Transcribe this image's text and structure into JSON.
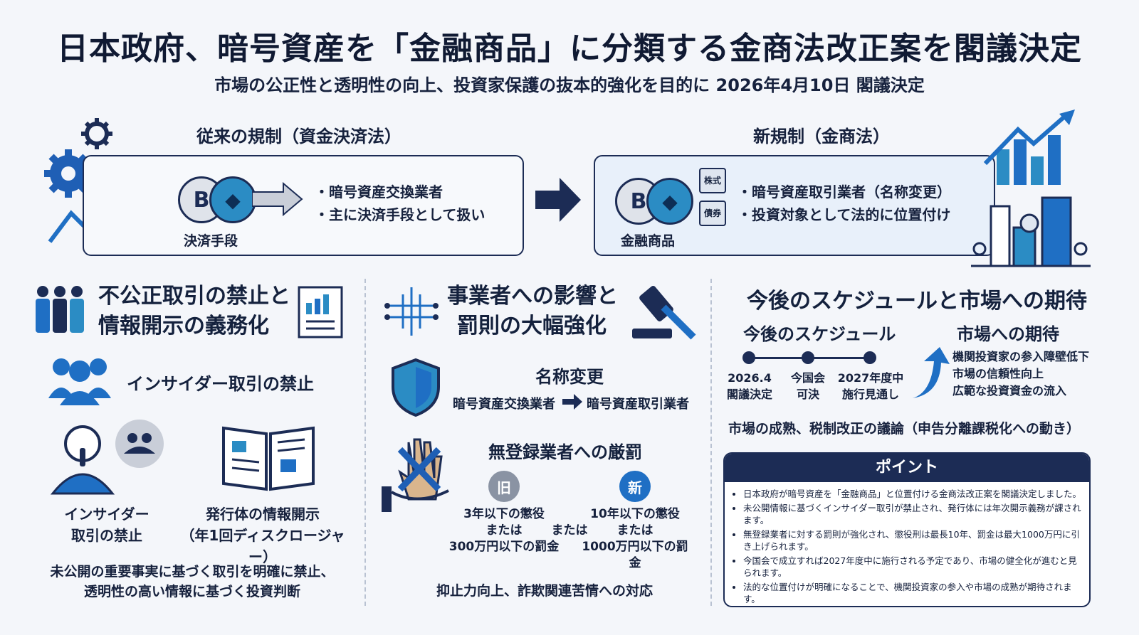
{
  "header": {
    "title": "日本政府、暗号資産を「金融商品」に分類する金商法改正案を閣議決定",
    "subtitle": "市場の公正性と透明性の向上、投資家保護の抜本的強化を目的に 2026年4月10日 閣議決定"
  },
  "old_regulation": {
    "heading": "従来の規制（資金決済法）",
    "coin_label": "決済手段",
    "bullets": [
      "・暗号資産交換業者",
      "・主に決済手段として扱い"
    ]
  },
  "new_regulation": {
    "heading": "新規制（金商法）",
    "coin_label": "金融商品",
    "tag_stock": "株式",
    "tag_bond": "債券",
    "bullets": [
      "・暗号資産取引業者（名称変更）",
      "・投資対象として法的に位置付け"
    ]
  },
  "col1": {
    "title_line1": "不公正取引の禁止と",
    "title_line2": "情報開示の義務化",
    "insider_heading": "インサイダー取引の禁止",
    "insider_label_line1": "インサイダー",
    "insider_label_line2": "取引の禁止",
    "disclosure_label_line1": "発行体の情報開示",
    "disclosure_label_line2": "（年1回ディスクロージャー）",
    "footer_line1": "未公開の重要事実に基づく取引を明確に禁止、",
    "footer_line2": "透明性の高い情報に基づく投資判断"
  },
  "col2": {
    "title_line1": "事業者への影響と",
    "title_line2": "罰則の大幅強化",
    "rename_heading": "名称変更",
    "rename_from": "暗号資産交換業者",
    "rename_to": "暗号資産取引業者",
    "penalty_heading": "無登録業者への厳罰",
    "old_badge": "旧",
    "new_badge": "新",
    "old_penalty": [
      "3年以下の懲役",
      "または",
      "300万円以下の罰金"
    ],
    "or_text": "または",
    "new_penalty": [
      "10年以下の懲役",
      "または",
      "1000万円以下の罰金"
    ],
    "footer": "抑止力向上、詐欺関連苦情への対応"
  },
  "col3": {
    "title": "今後のスケジュールと市場への期待",
    "schedule_heading": "今後のスケジュール",
    "schedule": [
      {
        "line1": "2026.4",
        "line2": "閣議決定"
      },
      {
        "line1": "今国会",
        "line2": "可決"
      },
      {
        "line1": "2027年度中",
        "line2": "施行見通し"
      }
    ],
    "expect_heading": "市場への期待",
    "expectations": [
      "機関投資家の参入障壁低下",
      "市場の信頼性向上",
      "広範な投資資金の流入"
    ],
    "maturity": "市場の成熟、税制改正の議論（申告分離課税化への動き）",
    "point_heading": "ポイント",
    "points": [
      "日本政府が暗号資産を「金融商品」と位置付ける金商法改正案を閣議決定しました。",
      "未公開情報に基づくインサイダー取引が禁止され、発行体には年次開示義務が課されます。",
      "無登録業者に対する罰則が強化され、懲役刑は最長10年、罰金は最大1000万円に引き上げられます。",
      "今国会で成立すれば2027年度中に施行される予定であり、市場の健全化が進むと見られます。",
      "法的な位置付けが明確になることで、機関投資家の参入や市場の成熟が期待されます。"
    ]
  },
  "icons": {
    "coin_btc": "B",
    "coin_eth": "◆",
    "brand_color": "#1c2c55",
    "accent_color": "#1f6fc4"
  }
}
